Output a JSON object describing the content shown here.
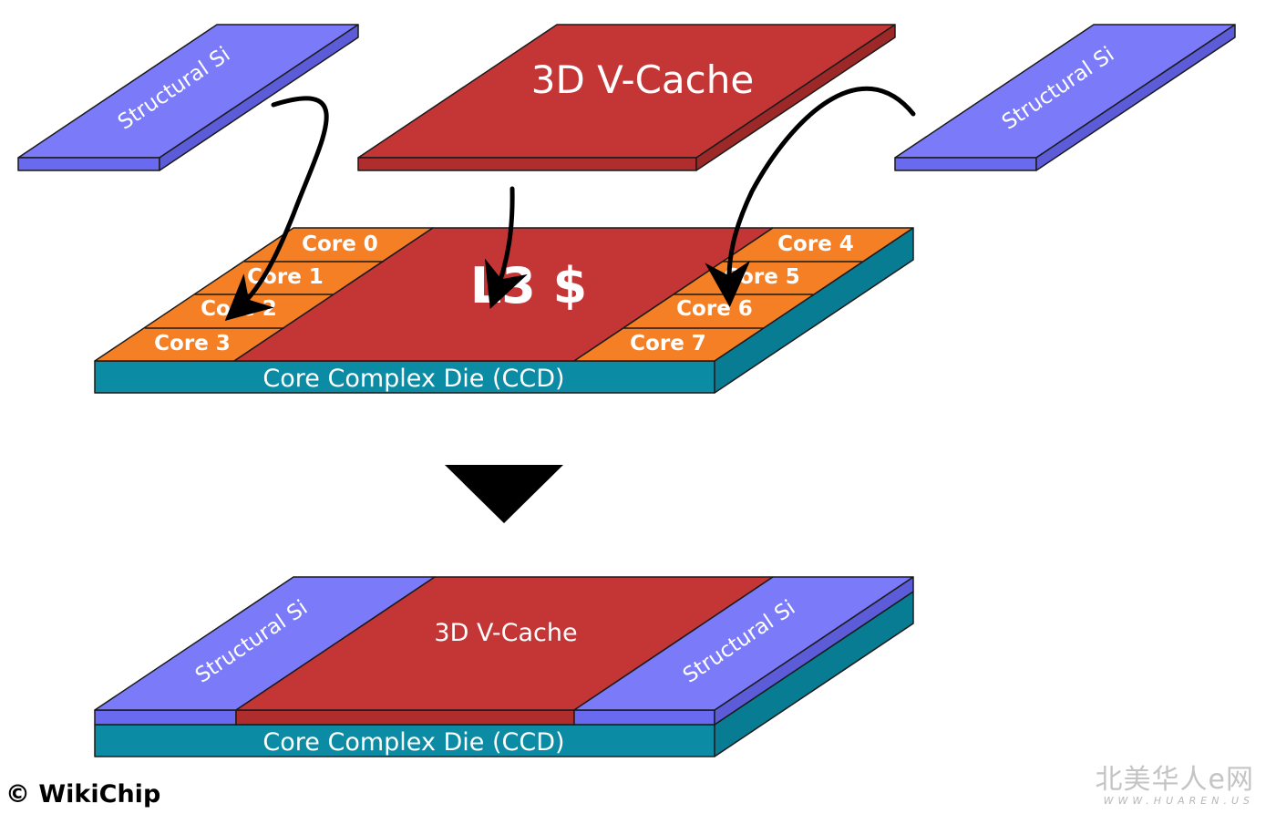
{
  "diagram": {
    "top": {
      "structural_left": "Structural Si",
      "vcache": "3D V-Cache",
      "structural_right": "Structural Si",
      "l3": "L3 $",
      "ccd": "Core Complex Die (CCD)",
      "cores": [
        "Core 0",
        "Core 1",
        "Core 2",
        "Core 3",
        "Core 4",
        "Core 5",
        "Core 6",
        "Core 7"
      ]
    },
    "bottom": {
      "structural_left": "Structural Si",
      "vcache": "3D V-Cache",
      "structural_right": "Structural Si",
      "ccd": "Core Complex Die (CCD)"
    }
  },
  "footer": {
    "copyright": "© WikiChip",
    "watermark_cn": "北美华人e网",
    "watermark_url": "WWW.HUAREN.US"
  },
  "colors": {
    "structural": "#7b7bfa",
    "cache": "#c43535",
    "core": "#f57f24",
    "ccd": "#0b8ba4",
    "outline": "#1a1a1a"
  }
}
